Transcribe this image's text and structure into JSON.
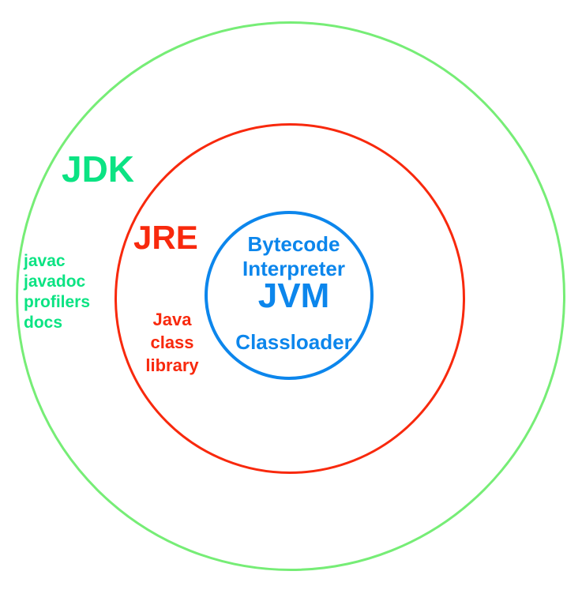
{
  "colors": {
    "circle_green": "#76ed76",
    "text_green": "#0be383",
    "red": "#f8290d",
    "blue": "#0c86ec",
    "background": "#ffffff"
  },
  "diagram": {
    "jdk": {
      "label": "JDK",
      "tools": [
        "javac",
        "javadoc",
        "profilers",
        "docs"
      ]
    },
    "jre": {
      "label": "JRE",
      "library_lines": [
        "Java",
        "class",
        "library"
      ]
    },
    "jvm": {
      "label": "JVM",
      "top_lines": [
        "Bytecode",
        "Interpreter"
      ],
      "bottom_line": "Classloader"
    }
  }
}
